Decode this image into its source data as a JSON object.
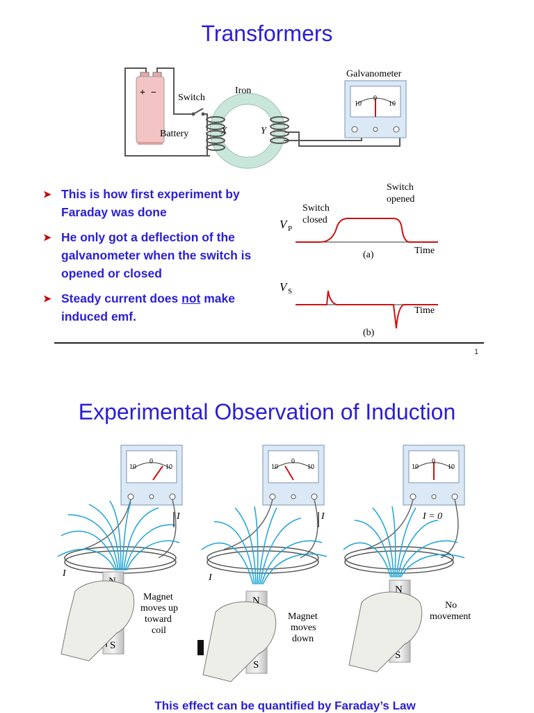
{
  "slide1": {
    "title": "Transformers",
    "circuit": {
      "galvanometer_label": "Galvanometer",
      "switch_label": "Switch",
      "iron_label": "Iron",
      "battery_label": "Battery",
      "plus": "+",
      "minus": "−",
      "coil_x": "X",
      "coil_y": "Y",
      "scale_left": "10",
      "scale_mid": "0",
      "scale_right": "10"
    },
    "bullets": [
      {
        "text": "This is how first experiment by Faraday was done"
      },
      {
        "text": "He only got a deflection of the galvanometer when the switch is opened or closed"
      },
      {
        "pre": "Steady current does ",
        "underlined": "not",
        "post": " make induced emf."
      }
    ],
    "graph": {
      "switch_opened": [
        "Switch",
        "opened"
      ],
      "switch_closed": [
        "Switch",
        "closed"
      ],
      "vp_label": "V",
      "vp_sub": "P",
      "vs_label": "V",
      "vs_sub": "S",
      "time_label": "Time",
      "caption_a": "(a)",
      "caption_b": "(b)"
    },
    "page_number": "1"
  },
  "slide2": {
    "title": "Experimental Observation of Induction",
    "panels": [
      {
        "scale": [
          "10",
          "0",
          "10"
        ],
        "current": "I",
        "coil_current": "I",
        "caption": [
          "Magnet",
          "moves up",
          "toward",
          "coil"
        ],
        "north": "N",
        "south": "S"
      },
      {
        "scale": [
          "10",
          "0",
          "10"
        ],
        "current": "I",
        "coil_current": "I",
        "caption": [
          "Magnet",
          "moves",
          "down"
        ],
        "north": "N",
        "south": "S"
      },
      {
        "scale": [
          "10",
          "0",
          "10"
        ],
        "current": "I = 0",
        "caption": [
          "No",
          "movement"
        ],
        "north": "N",
        "south": "S"
      }
    ],
    "footer": "This effect can be quantified by Faraday’s Law"
  },
  "colors": {
    "title_blue": "#2a1ed6",
    "bullet_arrow": "#cc0000",
    "graph_red": "#cc1111",
    "field_lines": "#1aa3d6",
    "meter_blue": "#dbe8f6"
  }
}
